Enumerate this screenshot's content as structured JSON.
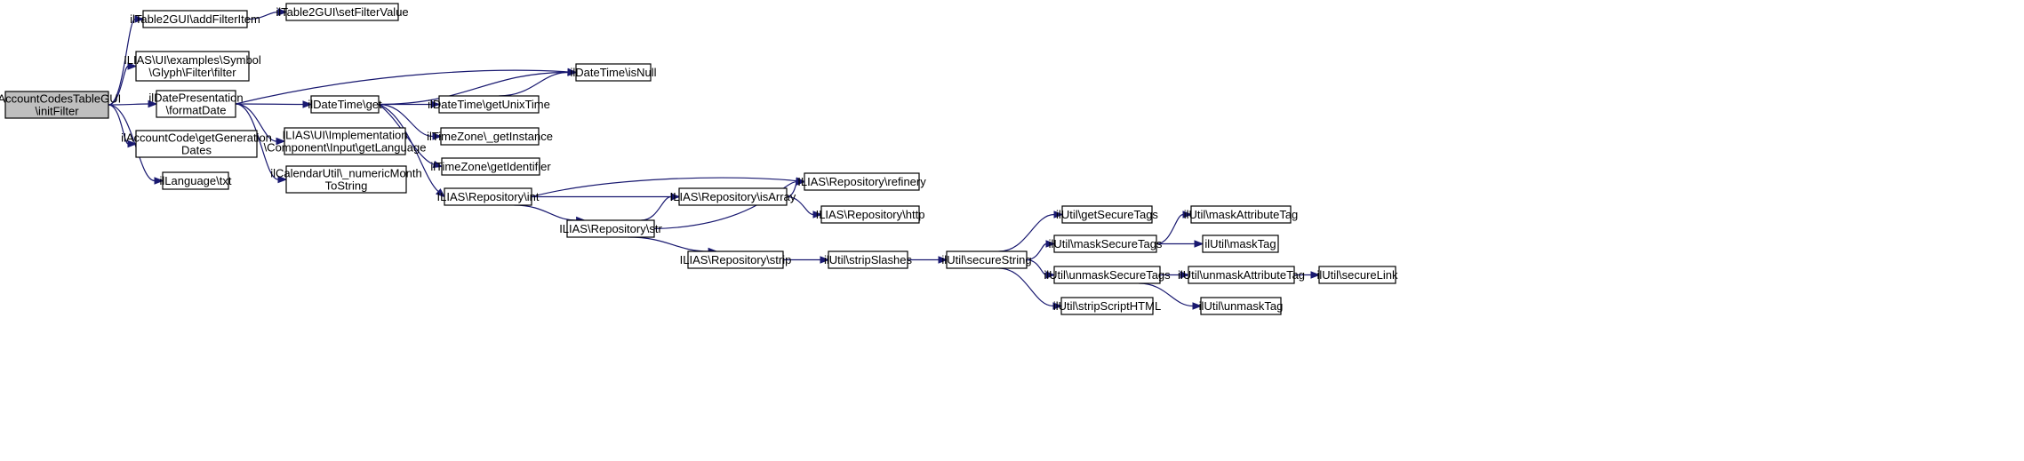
{
  "graph": {
    "edge_color": "#191970",
    "root_fill": "#bfbfbf",
    "nodes": [
      {
        "id": "root",
        "lines": [
          "ilAccountCodesTableGUI",
          "\\initFilter"
        ],
        "root": true
      },
      {
        "id": "addFilterItem",
        "lines": [
          "ilTable2GUI\\addFilterItem"
        ]
      },
      {
        "id": "setFilterValue",
        "lines": [
          "ilTable2GUI\\setFilterValue"
        ]
      },
      {
        "id": "glyphFilter",
        "lines": [
          "ILIAS\\UI\\examples\\Symbol",
          "\\Glyph\\Filter\\filter"
        ]
      },
      {
        "id": "formatDate",
        "lines": [
          "ilDatePresentation",
          "\\formatDate"
        ]
      },
      {
        "id": "getGenerationDates",
        "lines": [
          "ilAccountCode\\getGeneration",
          "Dates"
        ]
      },
      {
        "id": "txt",
        "lines": [
          "ilLanguage\\txt"
        ]
      },
      {
        "id": "isNull",
        "lines": [
          "ilDateTime\\isNull"
        ]
      },
      {
        "id": "dtGet",
        "lines": [
          "ilDateTime\\get"
        ]
      },
      {
        "id": "getUnixTime",
        "lines": [
          "ilDateTime\\getUnixTime"
        ]
      },
      {
        "id": "getLanguage",
        "lines": [
          "ILIAS\\UI\\Implementation",
          "\\Component\\Input\\getLanguage"
        ]
      },
      {
        "id": "numericMonth",
        "lines": [
          "ilCalendarUtil\\_numericMonth",
          "ToString"
        ]
      },
      {
        "id": "getInstance",
        "lines": [
          "ilTimeZone\\_getInstance"
        ]
      },
      {
        "id": "getIdentifier",
        "lines": [
          "ilTimeZone\\getIdentifier"
        ]
      },
      {
        "id": "repoInt",
        "lines": [
          "ILIAS\\Repository\\int"
        ]
      },
      {
        "id": "refinery",
        "lines": [
          "ILIAS\\Repository\\refinery"
        ]
      },
      {
        "id": "isArray",
        "lines": [
          "ILIAS\\Repository\\isArray"
        ]
      },
      {
        "id": "http",
        "lines": [
          "ILIAS\\Repository\\http"
        ]
      },
      {
        "id": "repoStr",
        "lines": [
          "ILIAS\\Repository\\str"
        ]
      },
      {
        "id": "strip",
        "lines": [
          "ILIAS\\Repository\\strip"
        ]
      },
      {
        "id": "stripSlashes",
        "lines": [
          "ilUtil\\stripSlashes"
        ]
      },
      {
        "id": "secureString",
        "lines": [
          "ilUtil\\secureString"
        ]
      },
      {
        "id": "getSecureTags",
        "lines": [
          "ilUtil\\getSecureTags"
        ]
      },
      {
        "id": "maskSecureTags",
        "lines": [
          "ilUtil\\maskSecureTags"
        ]
      },
      {
        "id": "unmaskSecureTags",
        "lines": [
          "ilUtil\\unmaskSecureTags"
        ]
      },
      {
        "id": "stripScriptHTML",
        "lines": [
          "ilUtil\\stripScriptHTML"
        ]
      },
      {
        "id": "maskAttributeTag",
        "lines": [
          "ilUtil\\maskAttributeTag"
        ]
      },
      {
        "id": "maskTag",
        "lines": [
          "ilUtil\\maskTag"
        ]
      },
      {
        "id": "unmaskAttributeTag",
        "lines": [
          "ilUtil\\unmaskAttributeTag"
        ]
      },
      {
        "id": "unmaskTag",
        "lines": [
          "ilUtil\\unmaskTag"
        ]
      },
      {
        "id": "secureLink",
        "lines": [
          "ilUtil\\secureLink"
        ]
      }
    ],
    "edges": [
      [
        "root",
        "addFilterItem"
      ],
      [
        "addFilterItem",
        "setFilterValue"
      ],
      [
        "root",
        "glyphFilter"
      ],
      [
        "root",
        "formatDate"
      ],
      [
        "root",
        "getGenerationDates"
      ],
      [
        "root",
        "txt"
      ],
      [
        "formatDate",
        "isNull"
      ],
      [
        "formatDate",
        "dtGet"
      ],
      [
        "formatDate",
        "getLanguage"
      ],
      [
        "formatDate",
        "numericMonth"
      ],
      [
        "dtGet",
        "isNull"
      ],
      [
        "dtGet",
        "getUnixTime"
      ],
      [
        "getUnixTime",
        "isNull"
      ],
      [
        "dtGet",
        "getInstance"
      ],
      [
        "dtGet",
        "getIdentifier"
      ],
      [
        "dtGet",
        "repoInt"
      ],
      [
        "repoInt",
        "refinery"
      ],
      [
        "repoInt",
        "isArray"
      ],
      [
        "repoInt",
        "repoStr"
      ],
      [
        "isArray",
        "refinery"
      ],
      [
        "isArray",
        "http"
      ],
      [
        "repoStr",
        "isArray"
      ],
      [
        "repoStr",
        "refinery"
      ],
      [
        "repoStr",
        "strip"
      ],
      [
        "strip",
        "stripSlashes"
      ],
      [
        "stripSlashes",
        "secureString"
      ],
      [
        "secureString",
        "getSecureTags"
      ],
      [
        "secureString",
        "maskSecureTags"
      ],
      [
        "secureString",
        "unmaskSecureTags"
      ],
      [
        "secureString",
        "stripScriptHTML"
      ],
      [
        "maskSecureTags",
        "maskAttributeTag"
      ],
      [
        "maskSecureTags",
        "maskTag"
      ],
      [
        "unmaskSecureTags",
        "unmaskAttributeTag"
      ],
      [
        "unmaskSecureTags",
        "unmaskTag"
      ],
      [
        "unmaskAttributeTag",
        "secureLink"
      ]
    ]
  }
}
